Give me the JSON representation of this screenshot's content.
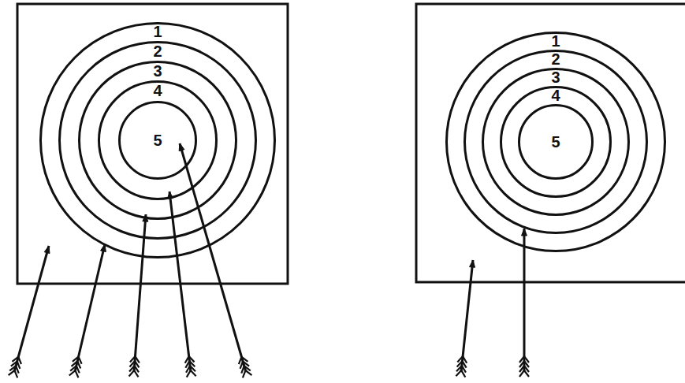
{
  "diagram": {
    "nodes": [
      {
        "text": [
          "1"
        ]
      },
      {
        "text": [
          "2"
        ],
        "in": 0
      },
      {
        "text": [
          "3"
        ],
        "in": 1
      },
      {
        "text": [
          "4"
        ],
        "in": 2
      },
      {
        "text": [
          "5"
        ],
        "in": 3
      },
      {
        "text": [
          "1"
        ]
      },
      {
        "text": [
          "2"
        ],
        "in": 5
      },
      {
        "text": [
          "3"
        ],
        "in": 6
      },
      {
        "text": [
          "4"
        ],
        "in": 7
      },
      {
        "text": [
          "5"
        ],
        "in": 8
      }
    ]
  }
}
